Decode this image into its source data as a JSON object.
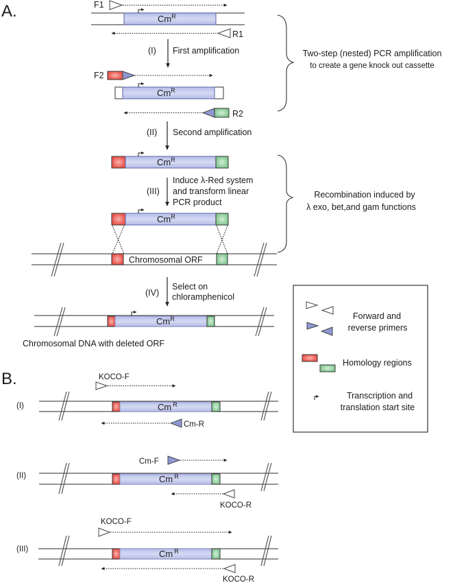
{
  "colors": {
    "cm_fill": "#c3c9ec",
    "cm_stroke": "#5a62a8",
    "homology_left": "#ef6a62",
    "homology_right": "#9fd6a9",
    "primer_blue": "#8e97d3"
  },
  "panel_a": {
    "label": "A.",
    "primers": {
      "f1": "F1",
      "r1": "R1",
      "f2": "F2",
      "r2": "R2"
    },
    "gene_label": "Cm",
    "gene_superscript": "R",
    "steps": [
      {
        "num": "(I)",
        "text": [
          "First amplification"
        ]
      },
      {
        "num": "(II)",
        "text": [
          "Second amplification"
        ]
      },
      {
        "num": "(III)",
        "text": [
          "Induce λ-Red system",
          "and transform linear",
          "PCR product"
        ]
      },
      {
        "num": "(IV)",
        "text": [
          "Select on",
          "chloramphenicol"
        ]
      }
    ],
    "chromosomal_orf": "Chromosomal ORF",
    "result_caption": "Chromosomal DNA with deleted ORF",
    "brace_notes": [
      {
        "lines": [
          "Two-step (nested) PCR amplification",
          "to create a gene knock out cassette"
        ]
      },
      {
        "lines": [
          "Recombination induced by",
          "λ exo, bet,and gam functions"
        ]
      }
    ]
  },
  "panel_b": {
    "label": "B.",
    "rows": [
      {
        "num": "(I)",
        "forward": "KOCO-F",
        "reverse": "Cm-R"
      },
      {
        "num": "(II)",
        "forward": "Cm-F",
        "reverse": "KOCO-R"
      },
      {
        "num": "(III)",
        "forward": "KOCO-F",
        "reverse": "KOCO-R"
      }
    ]
  },
  "legend": {
    "items": [
      {
        "icon": "primer-triangles-icon",
        "lines": [
          "Forward and",
          "reverse primers"
        ]
      },
      {
        "icon": "homology-boxes-icon",
        "lines": [
          "Homology regions"
        ]
      },
      {
        "icon": "start-site-arrow-icon",
        "lines": [
          "Transcription and",
          "translation start site"
        ]
      }
    ]
  }
}
